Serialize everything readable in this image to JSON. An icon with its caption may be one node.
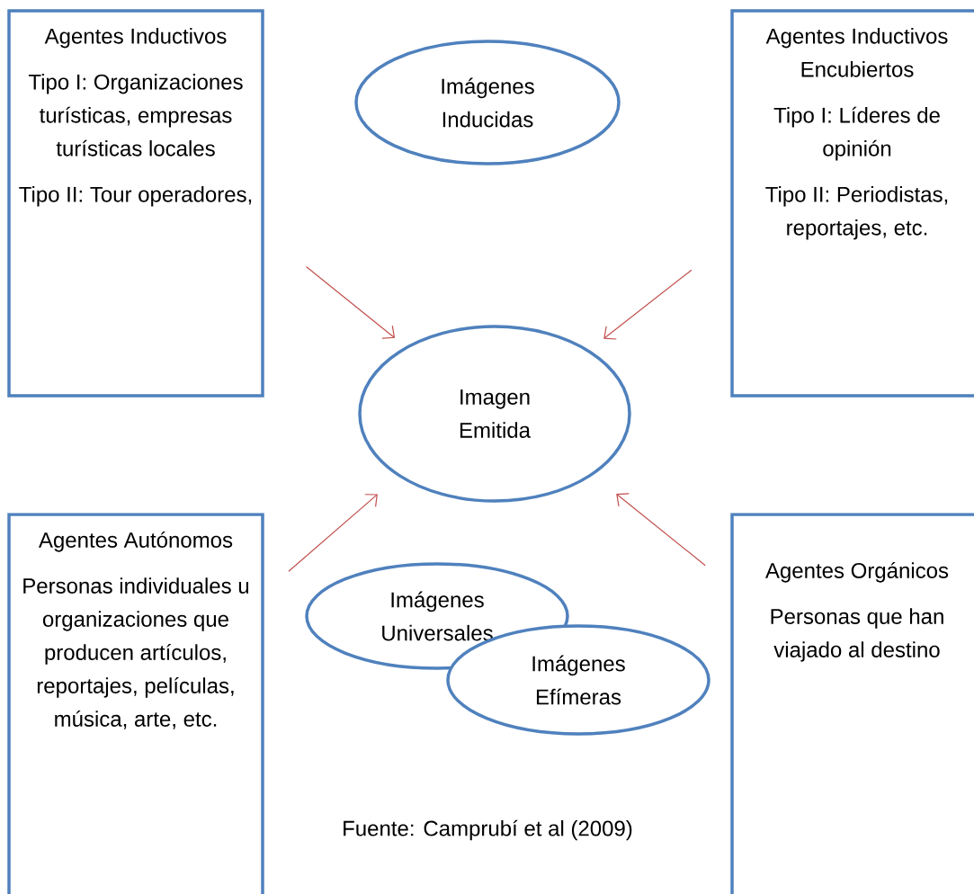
{
  "diagram": {
    "nodes": [
      {
        "text": [
          "Agentes Inductivos",
          "Tipo I: Organizaciones turísticas, empresas turísticas locales",
          "Tipo II: Tour operadores,"
        ]
      },
      {
        "text": [
          "Imágenes Inducidas"
        ]
      },
      {
        "text": [
          "Agentes Inductivos Encubiertos",
          "Tipo I: Líderes de opinión",
          "Tipo II: Periodistas, reportajes, etc."
        ]
      },
      {
        "text": [
          "Imagen Emitida"
        ]
      },
      {
        "text": [
          "Agentes Autónomos",
          "Personas individuales u organizaciones que producen artículos, reportajes, películas, música, arte, etc."
        ]
      },
      {
        "text": [
          "Imágenes Universales"
        ]
      },
      {
        "text": [
          "Imágenes Efímeras"
        ]
      },
      {
        "text": [
          "Agentes Orgánicos",
          "Personas que han viajado al destino"
        ]
      }
    ],
    "edges": [
      {
        "from": 0,
        "to": 3,
        "arrow": "to"
      },
      {
        "from": 2,
        "to": 3,
        "arrow": "to"
      },
      {
        "from": 4,
        "to": 3,
        "arrow": "to"
      },
      {
        "from": 7,
        "to": 3,
        "arrow": "to"
      }
    ],
    "labels": [
      "Fuente: Camprubí et al  (2009)"
    ]
  }
}
